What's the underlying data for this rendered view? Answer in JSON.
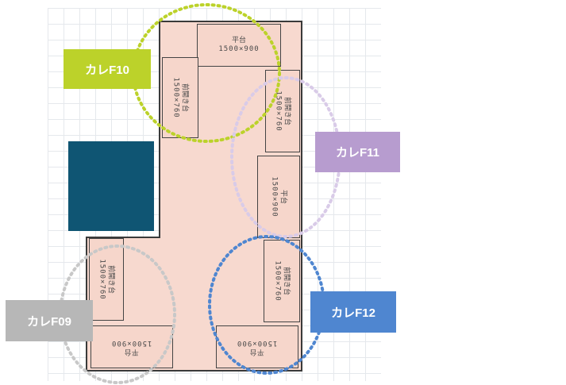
{
  "tables": {
    "top": {
      "name": "平台",
      "size": "1500×900"
    },
    "left_upper": {
      "name": "前開き台",
      "size": "1500×760"
    },
    "right_upper": {
      "name": "前開き台",
      "size": "1500×760"
    },
    "right_middle": {
      "name": "平台",
      "size": "1500×900"
    },
    "left_lower": {
      "name": "前開き台",
      "size": "1500×760"
    },
    "right_lower": {
      "name": "前開き台",
      "size": "1500×760"
    },
    "bottom_left": {
      "name": "平台",
      "size": "1500×900"
    },
    "bottom_right": {
      "name": "平台",
      "size": "1500×900"
    }
  },
  "labels": {
    "f10": "カレF10",
    "f11": "カレF11",
    "f09": "カレF09",
    "f12": "カレF12"
  },
  "colors": {
    "f10": "#bcd22a",
    "f11": "#b79ccf",
    "f09": "#b7b7b7",
    "f12": "#4f86d0",
    "block": "#0f5573",
    "floor": "#f7d9cf"
  }
}
